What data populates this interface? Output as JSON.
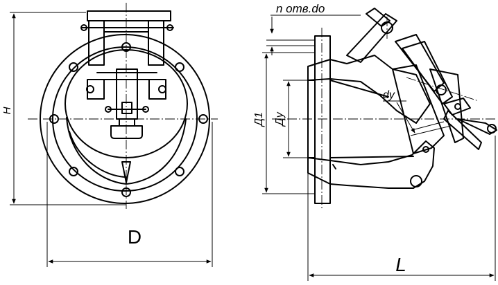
{
  "labels": {
    "height": "H",
    "diameter": "D",
    "holes_note": "n отв.do",
    "d1": "Д1",
    "dy": "Ду",
    "dy_small": "dy",
    "length": "L"
  }
}
